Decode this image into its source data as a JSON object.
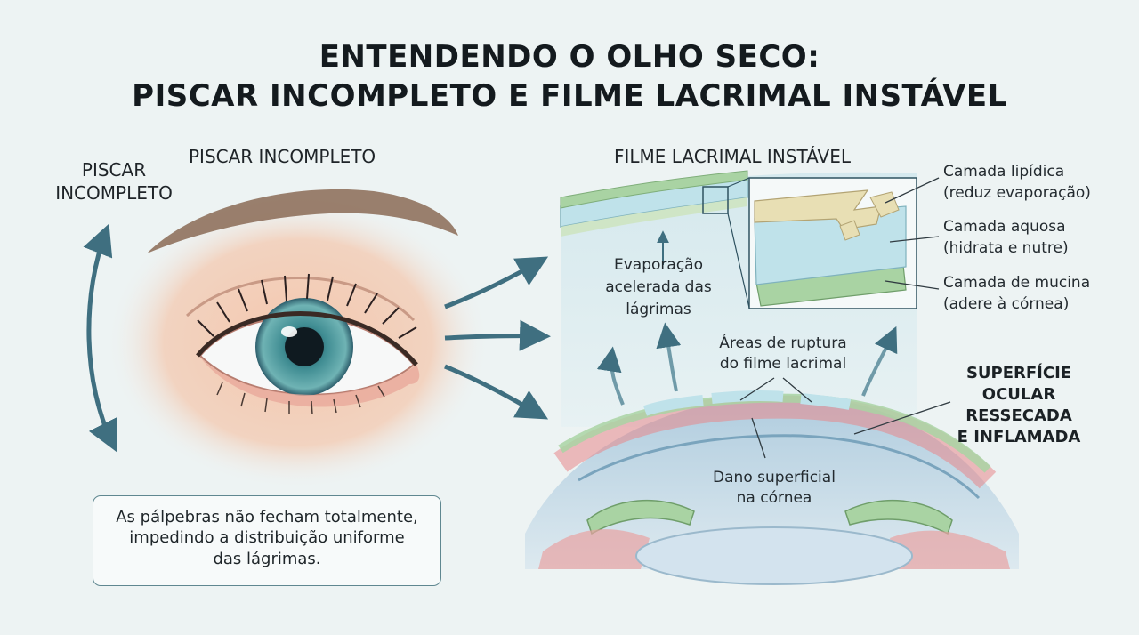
{
  "title": {
    "line1": "ENTENDENDO O OLHO SECO:",
    "line2": "PISCAR INCOMPLETO E FILME LACRIMAL INSTÁVEL"
  },
  "left": {
    "side_label_1": "PISCAR",
    "side_label_2": "INCOMPLETO",
    "heading": "PISCAR INCOMPLETO",
    "note_line1": "As pálpebras não fecham totalmente,",
    "note_line2": "impedindo a distribuição uniforme",
    "note_line3": "das lágrimas."
  },
  "right": {
    "heading": "FILME LACRIMAL INSTÁVEL",
    "evaporation_line1": "Evaporação",
    "evaporation_line2": "acelerada das",
    "evaporation_line3": "lágrimas",
    "rupture_line1": "Áreas de ruptura",
    "rupture_line2": "do filme lacrimal",
    "damage_line1": "Dano superficial",
    "damage_line2": "na córnea",
    "surface_line1": "SUPERFÍCIE",
    "surface_line2": "OCULAR",
    "surface_line3": "RESSECADA",
    "surface_line4": "E INFLAMADA"
  },
  "layers": [
    {
      "name": "Camada lipídica",
      "desc": "(reduz evaporação)"
    },
    {
      "name": "Camada aquosa",
      "desc": "(hidrata e nutre)"
    },
    {
      "name": "Camada de mucina",
      "desc": "(adere à córnea)"
    }
  ],
  "colors": {
    "arrow": "#3f6f80",
    "iris": "#3f8c92",
    "lipid": "#e8dfb4",
    "aqueous": "#bfe2ea",
    "mucin": "#a9d3a3",
    "inflamed": "#e8868a"
  }
}
